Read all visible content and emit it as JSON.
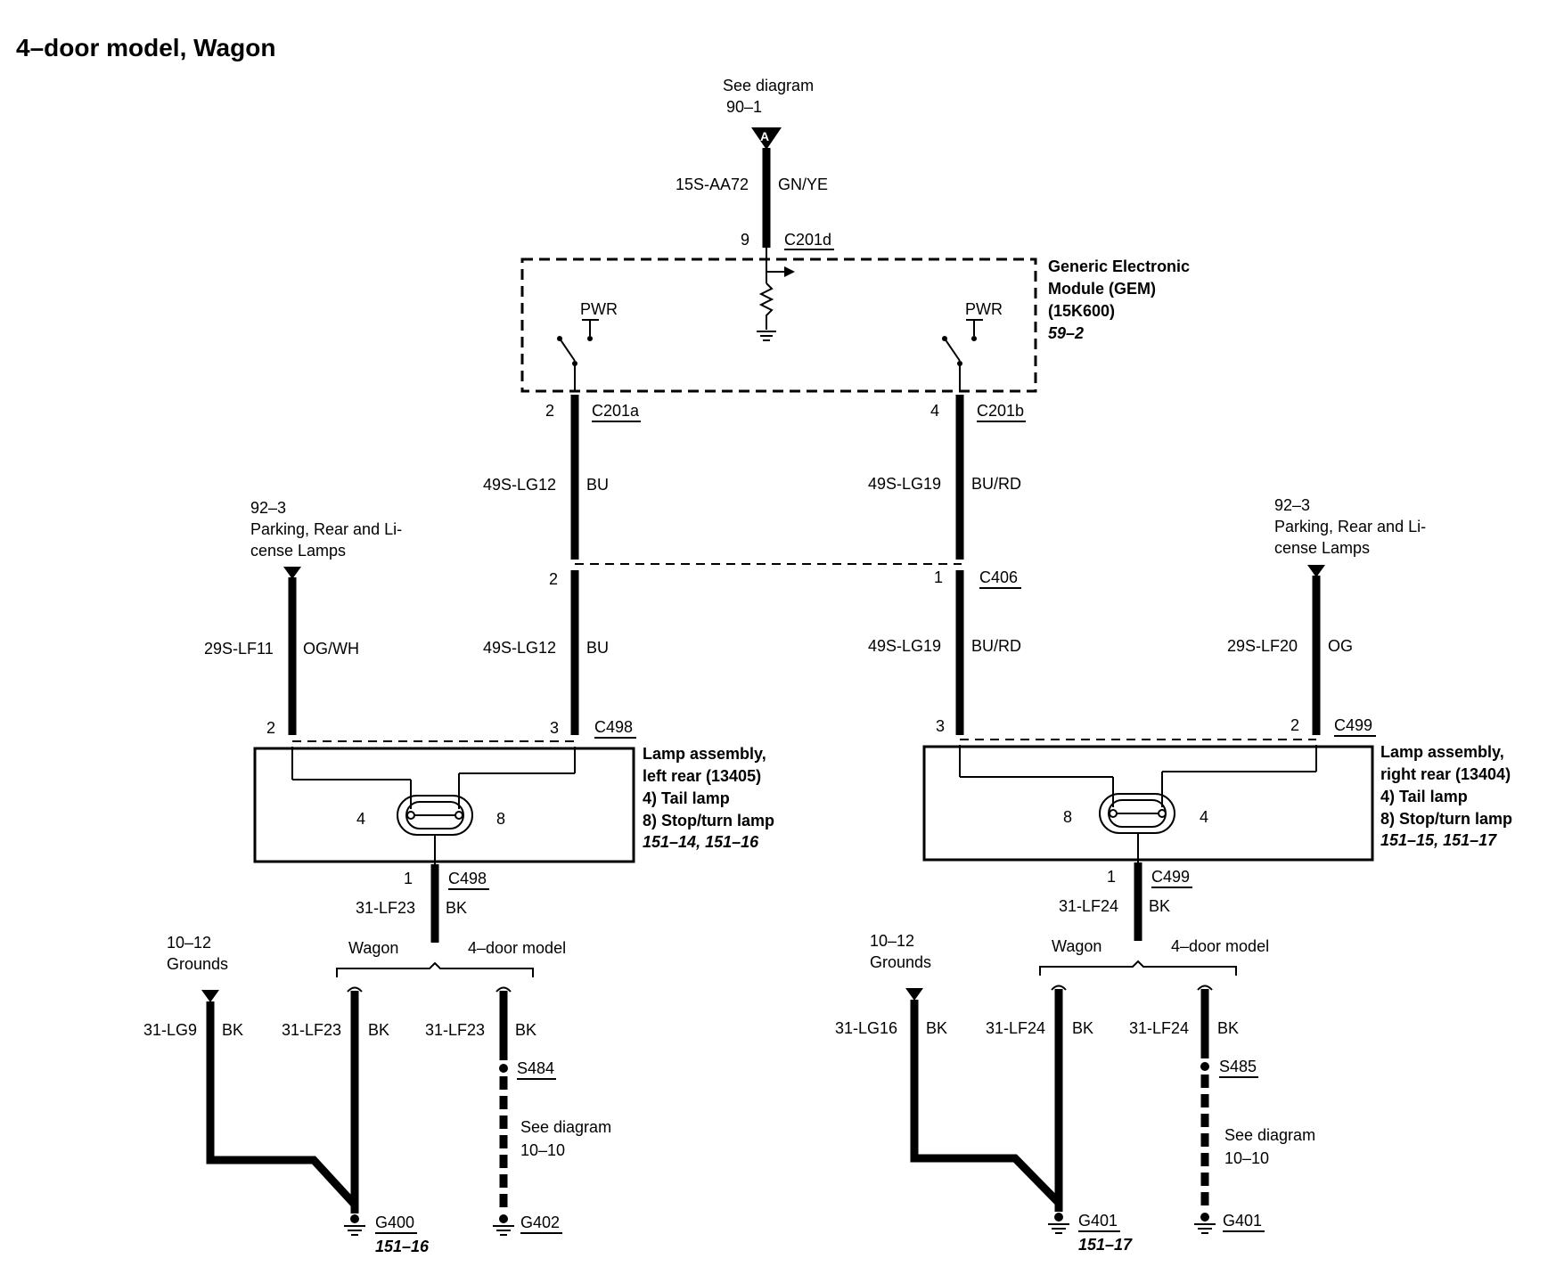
{
  "title": "4–door model, Wagon",
  "top_ref": {
    "line1": "See diagram",
    "line2": "90–1",
    "marker": "A"
  },
  "top_wire": {
    "circuit": "15S-AA72",
    "color": "GN/YE",
    "pin": "9",
    "connector": "C201d"
  },
  "gem": {
    "line1": "Generic Electronic",
    "line2": "Module (GEM)",
    "line3": "(15K600)",
    "line4": "59–2",
    "pwr_left": "PWR",
    "pwr_right": "PWR"
  },
  "left": {
    "gem_pin": "2",
    "gem_conn": "C201a",
    "upper": {
      "circuit": "49S-LG12",
      "color": "BU"
    },
    "inline_pin": "2",
    "lower": {
      "circuit": "49S-LG12",
      "color": "BU"
    },
    "ref": {
      "line1": "92–3",
      "line2": "Parking, Rear and Li-",
      "line3": "cense Lamps"
    },
    "park": {
      "circuit": "29S-LF11",
      "color": "OG/WH"
    },
    "pin_park": "2",
    "pin_stop": "3",
    "conn": "C498",
    "lamp": {
      "line1": "Lamp assembly,",
      "line2": "left rear (13405)",
      "line3": "4)   Tail lamp",
      "line4": "8)   Stop/turn lamp",
      "line5": "151–14, 151–16",
      "pin_a": "4",
      "pin_b": "8"
    },
    "gnd": {
      "pin": "1",
      "conn": "C498",
      "circuit": "31-LF23",
      "color": "BK"
    },
    "split": {
      "wagon": "Wagon",
      "door": "4–door model"
    },
    "grounds_ref": {
      "line1": "10–12",
      "line2": "Grounds"
    },
    "w1": {
      "circuit": "31-LG9",
      "color": "BK"
    },
    "w2": {
      "circuit": "31-LF23",
      "color": "BK"
    },
    "w3": {
      "circuit": "31-LF23",
      "color": "BK"
    },
    "splice": "S484",
    "see": {
      "line1": "See diagram",
      "line2": "10–10"
    },
    "g1": "G400",
    "g1_ref": "151–16",
    "g2": "G402"
  },
  "mid": {
    "conn": "C406"
  },
  "right": {
    "gem_pin": "4",
    "gem_conn": "C201b",
    "upper": {
      "circuit": "49S-LG19",
      "color": "BU/RD"
    },
    "inline_pin": "1",
    "lower": {
      "circuit": "49S-LG19",
      "color": "BU/RD"
    },
    "ref": {
      "line1": "92–3",
      "line2": "Parking, Rear and Li-",
      "line3": "cense Lamps"
    },
    "park": {
      "circuit": "29S-LF20",
      "color": "OG"
    },
    "pin_stop": "3",
    "pin_park": "2",
    "conn": "C499",
    "lamp": {
      "line1": "Lamp assembly,",
      "line2": "right rear (13404)",
      "line3": "4)   Tail lamp",
      "line4": "8)   Stop/turn lamp",
      "line5": "151–15, 151–17",
      "pin_a": "8",
      "pin_b": "4"
    },
    "gnd": {
      "pin": "1",
      "conn": "C499",
      "circuit": "31-LF24",
      "color": "BK"
    },
    "split": {
      "wagon": "Wagon",
      "door": "4–door model"
    },
    "grounds_ref": {
      "line1": "10–12",
      "line2": "Grounds"
    },
    "w1": {
      "circuit": "31-LG16",
      "color": "BK"
    },
    "w2": {
      "circuit": "31-LF24",
      "color": "BK"
    },
    "w3": {
      "circuit": "31-LF24",
      "color": "BK"
    },
    "splice": "S485",
    "see": {
      "line1": "See diagram",
      "line2": "10–10"
    },
    "g1": "G401",
    "g1_ref": "151–17",
    "g2": "G401"
  }
}
